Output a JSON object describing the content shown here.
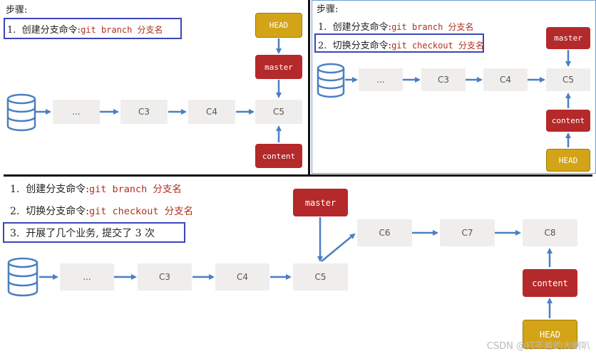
{
  "panel1": {
    "header": "步骤:",
    "steps": [
      {
        "num": "1.",
        "text": "创建分支命令:",
        "code": "git branch 分支名"
      }
    ],
    "nodes": [
      "...",
      "C3",
      "C4",
      "C5"
    ],
    "refs": {
      "head": "HEAD",
      "master": "master",
      "content": "content"
    }
  },
  "panel2": {
    "header": "步骤:",
    "steps": [
      {
        "num": "1.",
        "text": "创建分支命令:",
        "code": "git branch 分支名"
      },
      {
        "num": "2.",
        "text": "切换分支命令:",
        "code": "git checkout 分支名"
      }
    ],
    "nodes": [
      "...",
      "C3",
      "C4",
      "C5"
    ],
    "refs": {
      "head": "HEAD",
      "master": "master",
      "content": "content"
    }
  },
  "panel3": {
    "steps": [
      {
        "num": "1.",
        "text": "创建分支命令:",
        "code": "git branch 分支名"
      },
      {
        "num": "2.",
        "text": "切换分支命令:",
        "code": "git checkout 分支名"
      },
      {
        "num": "3.",
        "text": "开展了几个业务, 提交了 3 次",
        "code": ""
      }
    ],
    "nodes": [
      "...",
      "C3",
      "C4",
      "C5",
      "C6",
      "C7",
      "C8"
    ],
    "refs": {
      "head": "HEAD",
      "master": "master",
      "content": "content"
    }
  },
  "watermark": "CSDN @打不着的大喇叭",
  "colors": {
    "highlight": "#3b46b8",
    "ref_red": "#b4292a",
    "ref_gold": "#d4a418",
    "arrow": "#4a7fc1",
    "node": "#efeeec"
  }
}
